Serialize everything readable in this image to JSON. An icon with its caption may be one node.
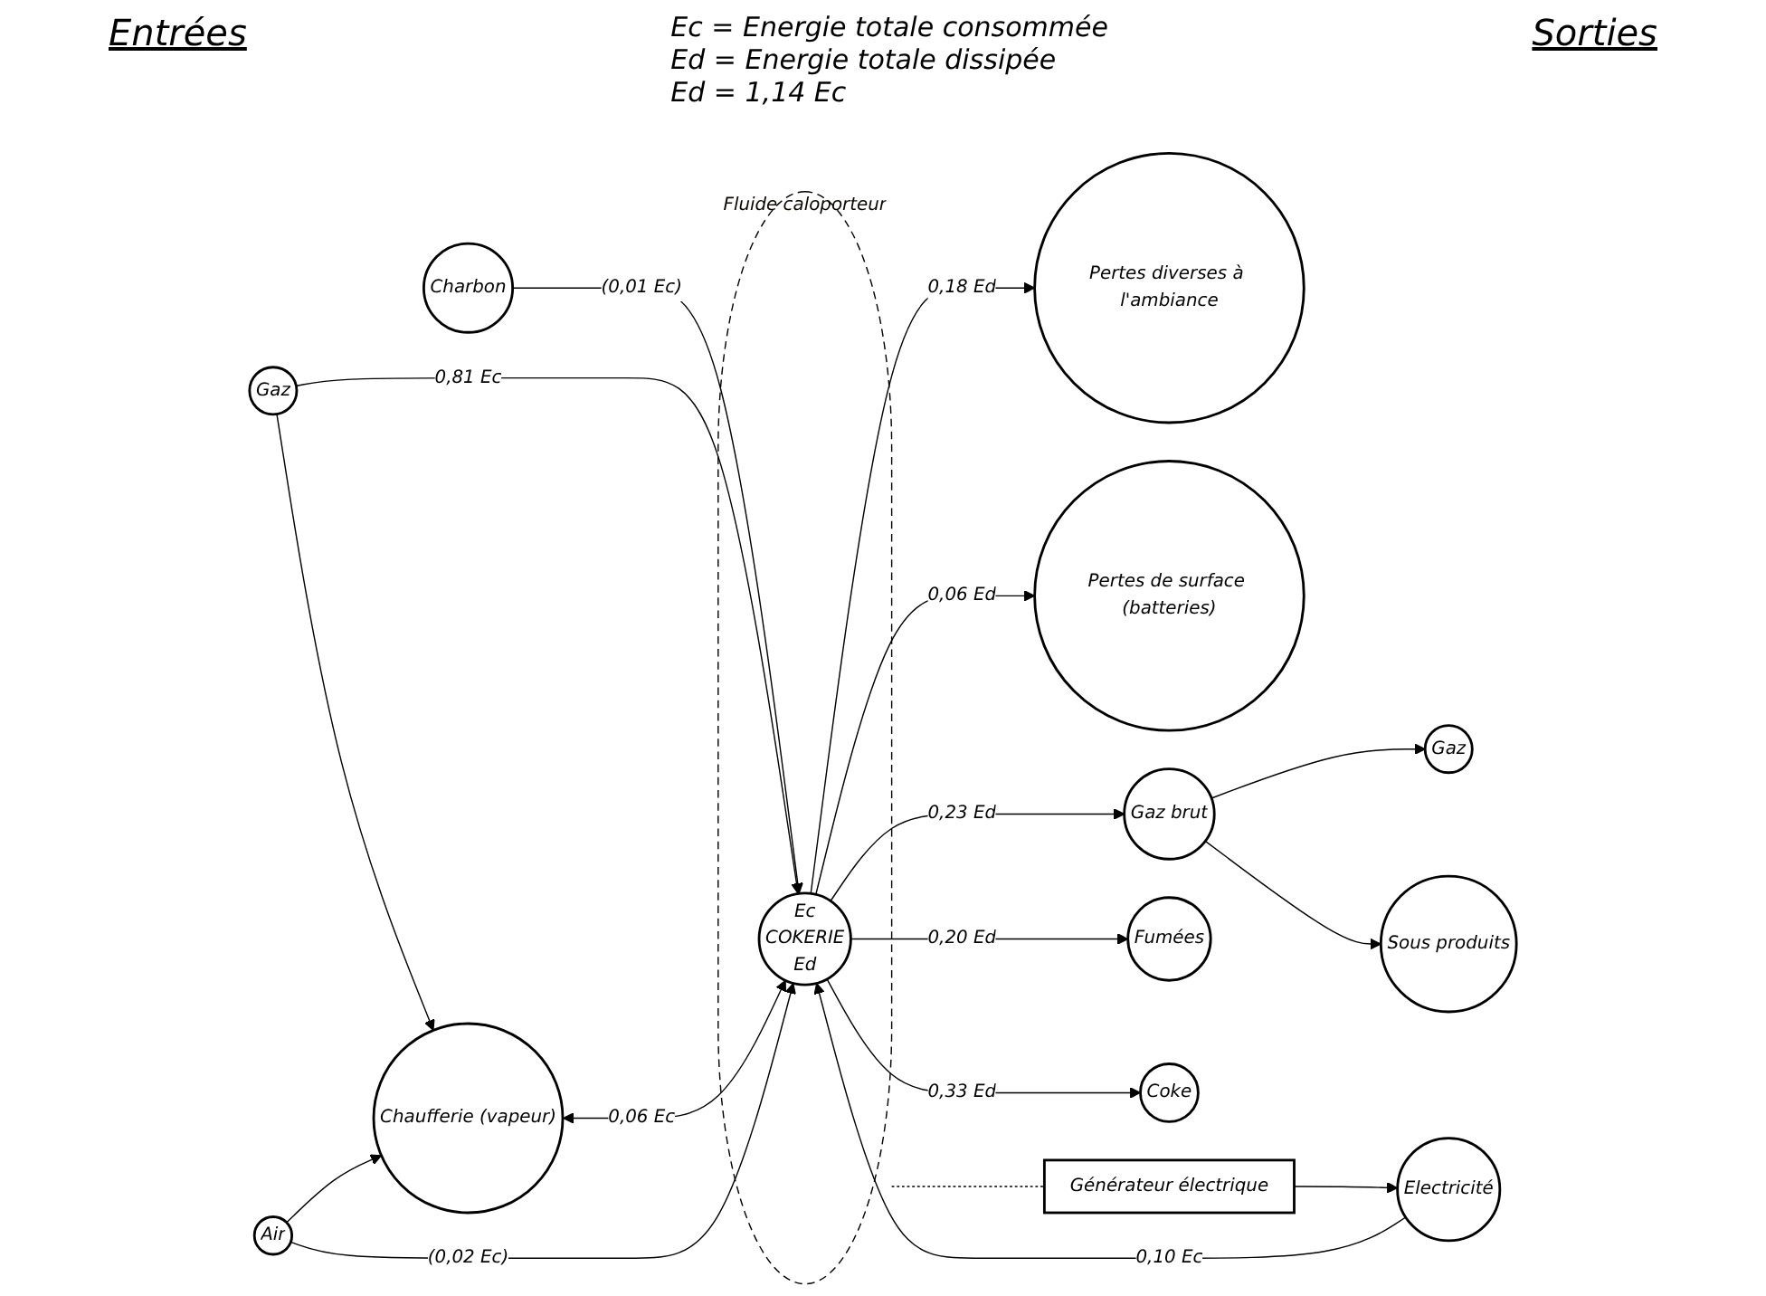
{
  "diagram": {
    "nodes": [
      {
        "text": [
          "Charbon"
        ]
      },
      {
        "text": [
          "Gaz"
        ]
      },
      {
        "text": [
          "Chaufferie (vapeur)"
        ]
      },
      {
        "text": [
          "Air"
        ]
      },
      {
        "text": [
          "Electricité"
        ]
      },
      {
        "text": [
          "Fluide caloporteur"
        ]
      },
      {
        "text": [
          "Ec",
          "COKERIE",
          "Ed"
        ],
        "in": 5
      },
      {
        "text": [
          "Générateur électrique"
        ]
      },
      {
        "text": [
          "Pertes diverses à l'ambiance"
        ]
      },
      {
        "text": [
          "Pertes de surface (batteries)"
        ]
      },
      {
        "text": [
          "Gaz brut"
        ]
      },
      {
        "text": [
          "Gaz"
        ]
      },
      {
        "text": [
          "Sous produits"
        ]
      },
      {
        "text": [
          "Fumées"
        ]
      },
      {
        "text": [
          "Coke"
        ]
      }
    ],
    "edges": [
      {
        "from": 0,
        "to": 6,
        "arrow": "to",
        "label": "(0,01 Ec)"
      },
      {
        "from": 1,
        "to": 6,
        "arrow": "to",
        "label": "0,81 Ec"
      },
      {
        "from": 1,
        "to": 2,
        "arrow": "to"
      },
      {
        "from": 3,
        "to": 2,
        "arrow": "to"
      },
      {
        "from": 3,
        "to": 6,
        "arrow": "to",
        "label": "(0,02 Ec)"
      },
      {
        "from": 4,
        "to": 6,
        "arrow": "to",
        "label": "0,10 Ec"
      },
      {
        "from": 2,
        "to": 6,
        "arrow": "both",
        "label": "0,06 Ec"
      },
      {
        "from": 7,
        "to": 4,
        "arrow": "to"
      },
      {
        "from": 5,
        "to": 7,
        "arrow": "none",
        "style": "dashed"
      },
      {
        "from": 6,
        "to": 8,
        "arrow": "to",
        "label": "0,18 Ed"
      },
      {
        "from": 6,
        "to": 9,
        "arrow": "to",
        "label": "0,06 Ed"
      },
      {
        "from": 6,
        "to": 10,
        "arrow": "to",
        "label": "0,23 Ed"
      },
      {
        "from": 10,
        "to": 11,
        "arrow": "to"
      },
      {
        "from": 10,
        "to": 12,
        "arrow": "to"
      },
      {
        "from": 6,
        "to": 13,
        "arrow": "to",
        "label": "0,20 Ed"
      },
      {
        "from": 6,
        "to": 14,
        "arrow": "to",
        "label": "0,33 Ed"
      }
    ],
    "labels": [
      "Entrées",
      "Sorties",
      "Ec = Energie totale consommée",
      "Ed = Energie totale dissipée",
      "Ed = 1,14 Ec"
    ]
  }
}
